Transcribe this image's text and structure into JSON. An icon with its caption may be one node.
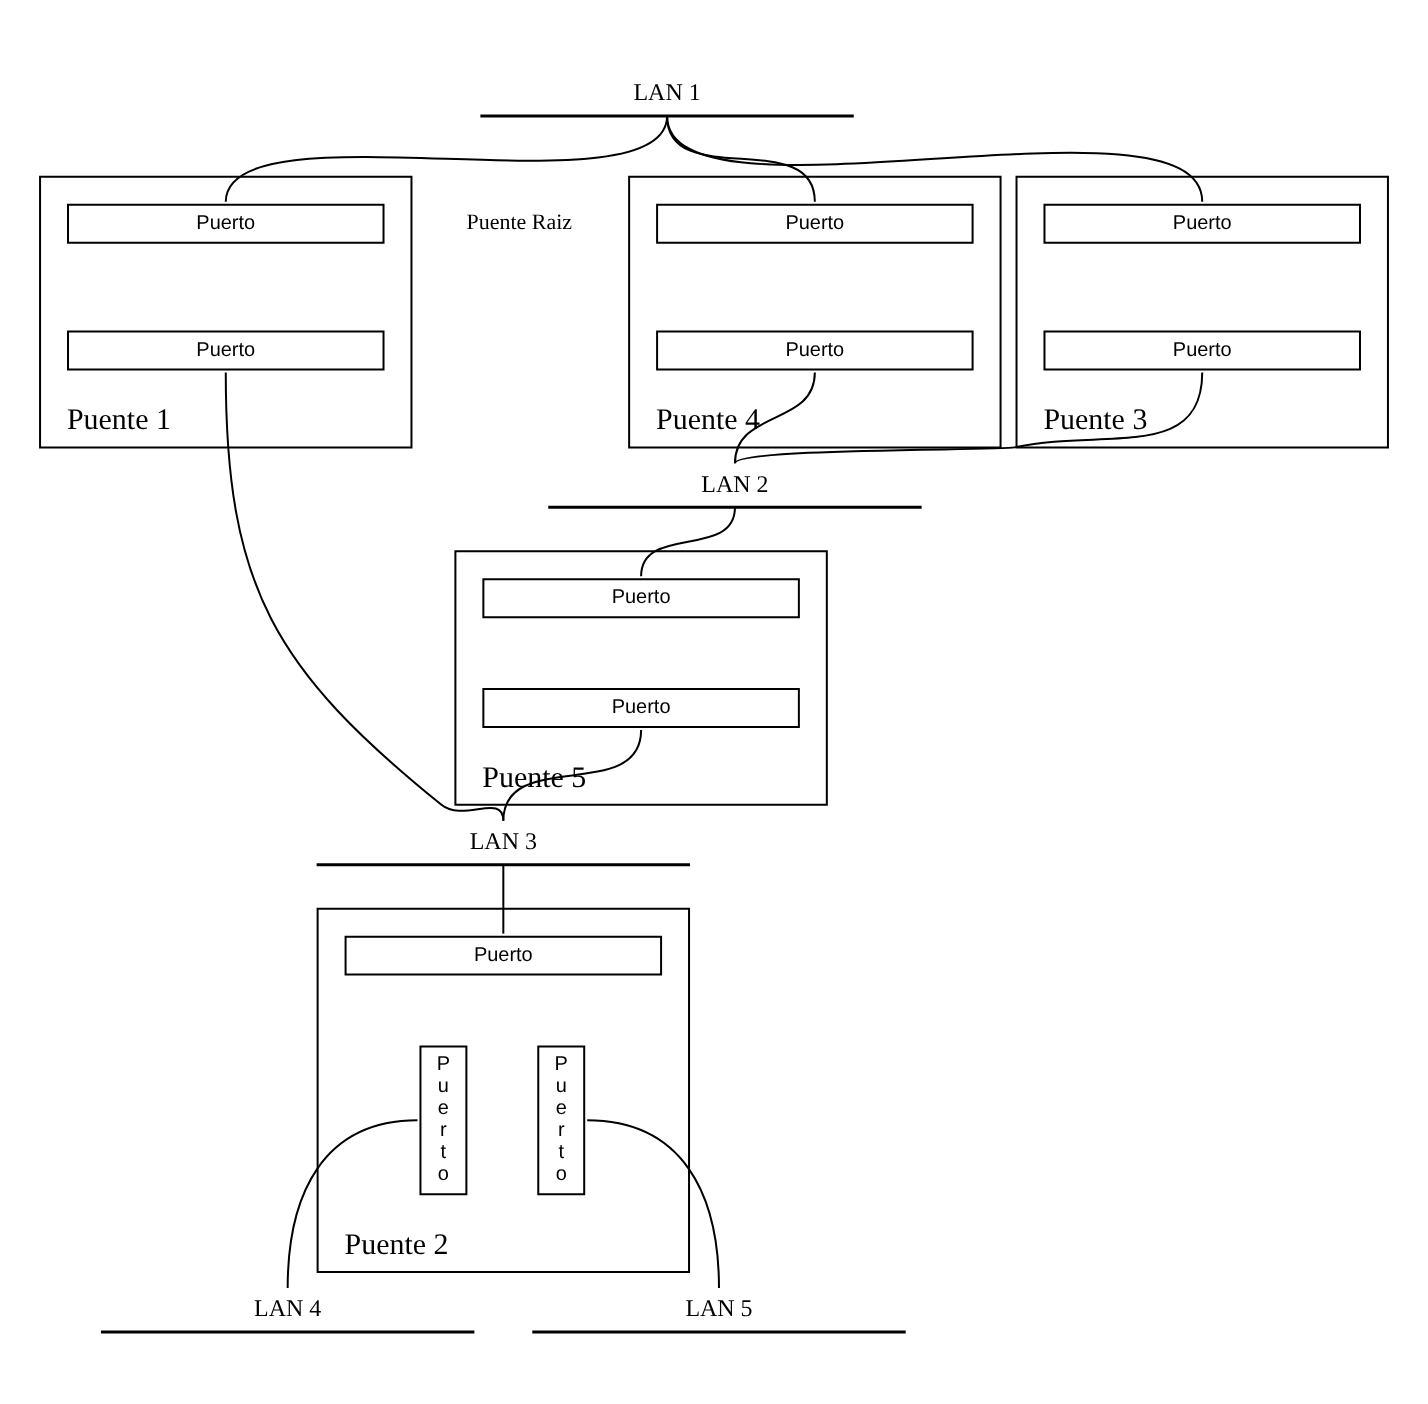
{
  "diagram": {
    "nodes": [
      {
        "text": [
          "LAN 1"
        ]
      },
      {
        "text": [
          "Puente 3"
        ]
      },
      {
        "text": [
          "Puerto"
        ],
        "in": 1
      },
      {
        "text": [
          "Puerto"
        ],
        "in": 1
      },
      {
        "text": [
          "Puente 4"
        ]
      },
      {
        "text": [
          "Puerto"
        ],
        "in": 4
      },
      {
        "text": [
          "Puerto"
        ],
        "in": 4
      },
      {
        "text": [
          "Puente 1"
        ],
        "beside": [
          "Puente Raiz"
        ]
      },
      {
        "text": [
          "Puerto"
        ],
        "in": 7
      },
      {
        "text": [
          "Puerto"
        ],
        "in": 7
      },
      {
        "text": [
          "LAN 2"
        ]
      },
      {
        "text": [
          "Puente 5"
        ]
      },
      {
        "text": [
          "Puerto"
        ],
        "in": 11
      },
      {
        "text": [
          "Puerto"
        ],
        "in": 11
      },
      {
        "text": [
          "LAN 3"
        ]
      },
      {
        "text": [
          "Puente 2"
        ]
      },
      {
        "text": [
          "Puerto"
        ],
        "in": 15
      },
      {
        "text": [
          "Puerto"
        ],
        "in": 15
      },
      {
        "text": [
          "Puerto"
        ],
        "in": 15
      },
      {
        "text": [
          "LAN 4"
        ]
      },
      {
        "text": [
          "LAN 5"
        ]
      }
    ],
    "edges": [
      {
        "from": 0,
        "to": 8,
        "arrow": "none"
      },
      {
        "from": 0,
        "to": 2,
        "arrow": "none"
      },
      {
        "from": 0,
        "to": 5,
        "arrow": "none"
      },
      {
        "from": 3,
        "to": 10,
        "arrow": "none"
      },
      {
        "from": 6,
        "to": 10,
        "arrow": "none"
      },
      {
        "from": 10,
        "to": 12,
        "arrow": "none"
      },
      {
        "from": 9,
        "to": 14,
        "arrow": "none"
      },
      {
        "from": 13,
        "to": 14,
        "arrow": "none"
      },
      {
        "from": 14,
        "to": 16,
        "arrow": "none"
      },
      {
        "from": 17,
        "to": 19,
        "arrow": "none"
      },
      {
        "from": 18,
        "to": 20,
        "arrow": "none"
      }
    ]
  }
}
